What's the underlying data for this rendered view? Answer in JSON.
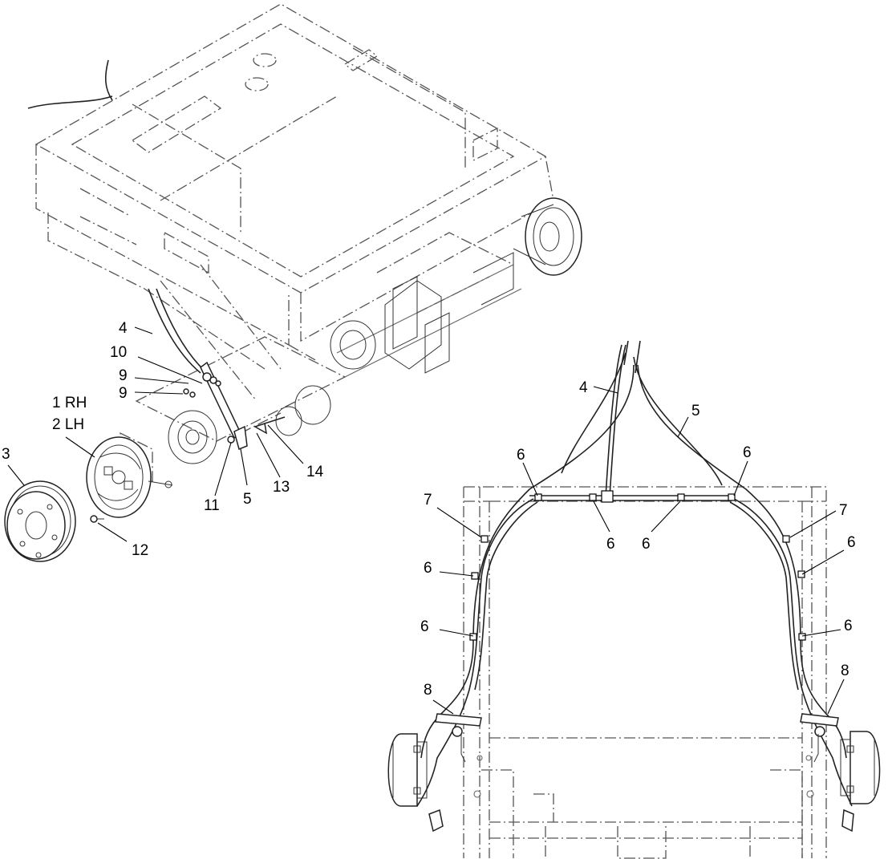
{
  "diagram": {
    "callouts": {
      "c1": "1 RH",
      "c2": "2 LH",
      "c3": "3",
      "c4": "4",
      "c5": "5",
      "c9": "9",
      "c10": "10",
      "c11": "11",
      "c12": "12",
      "c13": "13",
      "c14": "14",
      "r4": "4",
      "r5": "5",
      "r6": "6",
      "r7": "7",
      "r8": "8"
    }
  }
}
